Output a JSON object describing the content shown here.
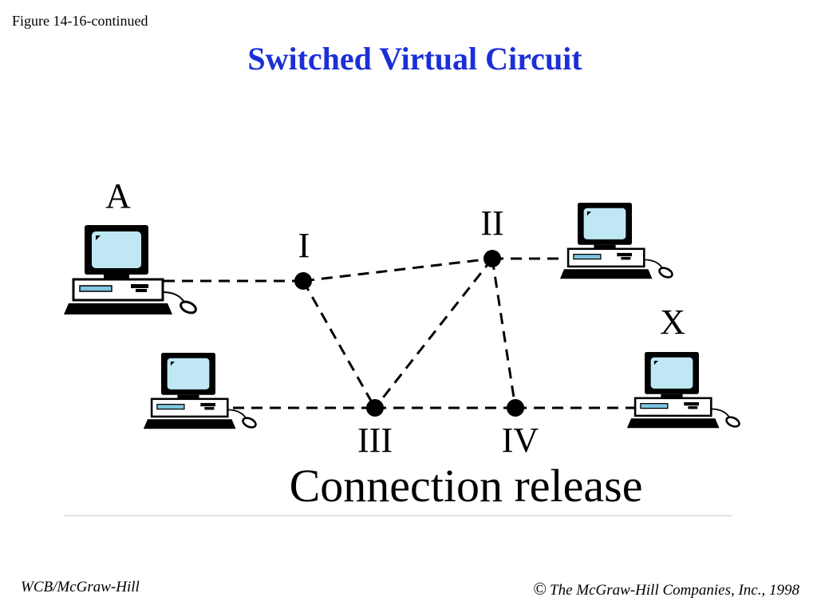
{
  "slide": {
    "figure_label": "Figure 14-16-continued",
    "title": "Switched Virtual Circuit",
    "footer_left": "WCB/McGraw-Hill",
    "footer_copyright_symbol": "©",
    "footer_right": "The McGraw-Hill Companies, Inc., 1998"
  },
  "diagram": {
    "caption": "Connection release",
    "station_labels": {
      "a": "A",
      "x": "X"
    },
    "switch_labels": {
      "s1": "I",
      "s2": "II",
      "s3": "III",
      "s4": "IV"
    },
    "colors": {
      "screen": "#bfe8f4",
      "drive_slot": "#7fc6e0",
      "ink": "#000000",
      "title": "#1b2fd8"
    }
  }
}
